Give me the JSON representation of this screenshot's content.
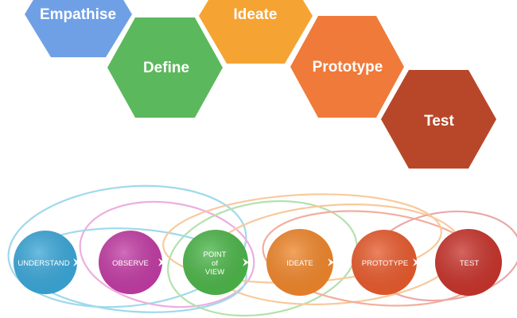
{
  "hexagons": [
    {
      "label": "Empathise",
      "color": "#6fa0e6"
    },
    {
      "label": "Define",
      "color": "#5cb85c"
    },
    {
      "label": "Ideate",
      "color": "#f5a434"
    },
    {
      "label": "Prototype",
      "color": "#f07a3a"
    },
    {
      "label": "Test",
      "color": "#b8472a"
    }
  ],
  "circles": [
    {
      "label_lines": [
        "UNDERSTAND"
      ],
      "color": "#3aa7d8"
    },
    {
      "label_lines": [
        "OBSERVE"
      ],
      "color": "#c23ba4"
    },
    {
      "label_lines": [
        "POINT",
        "of",
        "VIEW"
      ],
      "color": "#4cb649"
    },
    {
      "label_lines": [
        "IDEATE"
      ],
      "color": "#f0862a"
    },
    {
      "label_lines": [
        "PROTOTYPE"
      ],
      "color": "#e85a2c"
    },
    {
      "label_lines": [
        "TEST"
      ],
      "color": "#c8332b"
    }
  ],
  "loop_colors": [
    "#8fd3e8",
    "#e9a0d8",
    "#a8dca0",
    "#f7c08a",
    "#f2a08a",
    "#e89a9a"
  ]
}
